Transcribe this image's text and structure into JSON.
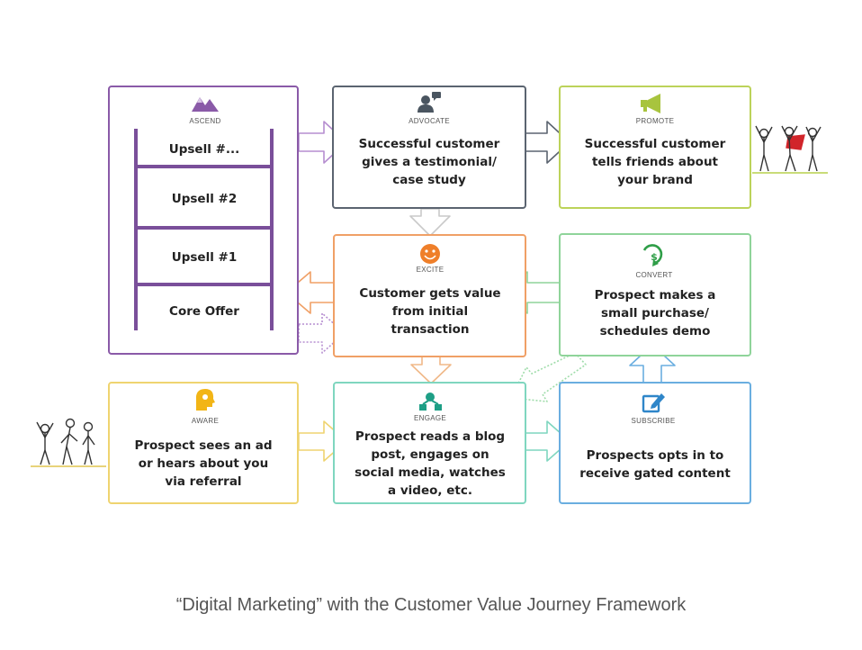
{
  "stages": {
    "ascend": {
      "label": "ASCEND",
      "color": "#8a5aa8",
      "rungs": [
        "Upsell #...",
        "Upsell #2",
        "Upsell #1",
        "Core Offer"
      ]
    },
    "advocate": {
      "label": "ADVOCATE",
      "color": "#5b6470",
      "lines": [
        "Successful customer",
        "gives a testimonial/",
        "case study"
      ]
    },
    "promote": {
      "label": "PROMOTE",
      "color": "#bcd35a",
      "lines": [
        "Successful customer",
        "tells friends about",
        "your brand"
      ]
    },
    "excite": {
      "label": "EXCITE",
      "color": "#f0a066",
      "lines": [
        "Customer gets value",
        "from initial",
        "transaction"
      ]
    },
    "convert": {
      "label": "CONVERT",
      "color": "#8fd49a",
      "lines": [
        "Prospect makes a",
        "small purchase/",
        "schedules demo"
      ]
    },
    "aware": {
      "label": "AWARE",
      "color": "#efd470",
      "lines": [
        "Prospect sees an ad",
        "or hears about you",
        "via referral"
      ]
    },
    "engage": {
      "label": "ENGAGE",
      "color": "#7fd6bf",
      "lines": [
        "Prospect reads a blog",
        "post, engages on",
        "social media, watches",
        "a video, etc."
      ]
    },
    "subscribe": {
      "label": "SUBSCRIBE",
      "color": "#6aaee0",
      "lines": [
        "Prospects opts in to",
        "receive gated content"
      ]
    }
  },
  "icons": {
    "ascend": "mountains-icon",
    "advocate": "person-speech-icon",
    "promote": "megaphone-icon",
    "excite": "smiley-face-icon",
    "convert": "dollar-cycle-icon",
    "aware": "lightbulb-head-icon",
    "engage": "network-icon",
    "subscribe": "edit-form-icon"
  },
  "caption": "“Digital Marketing” with the Customer Value Journey Framework"
}
